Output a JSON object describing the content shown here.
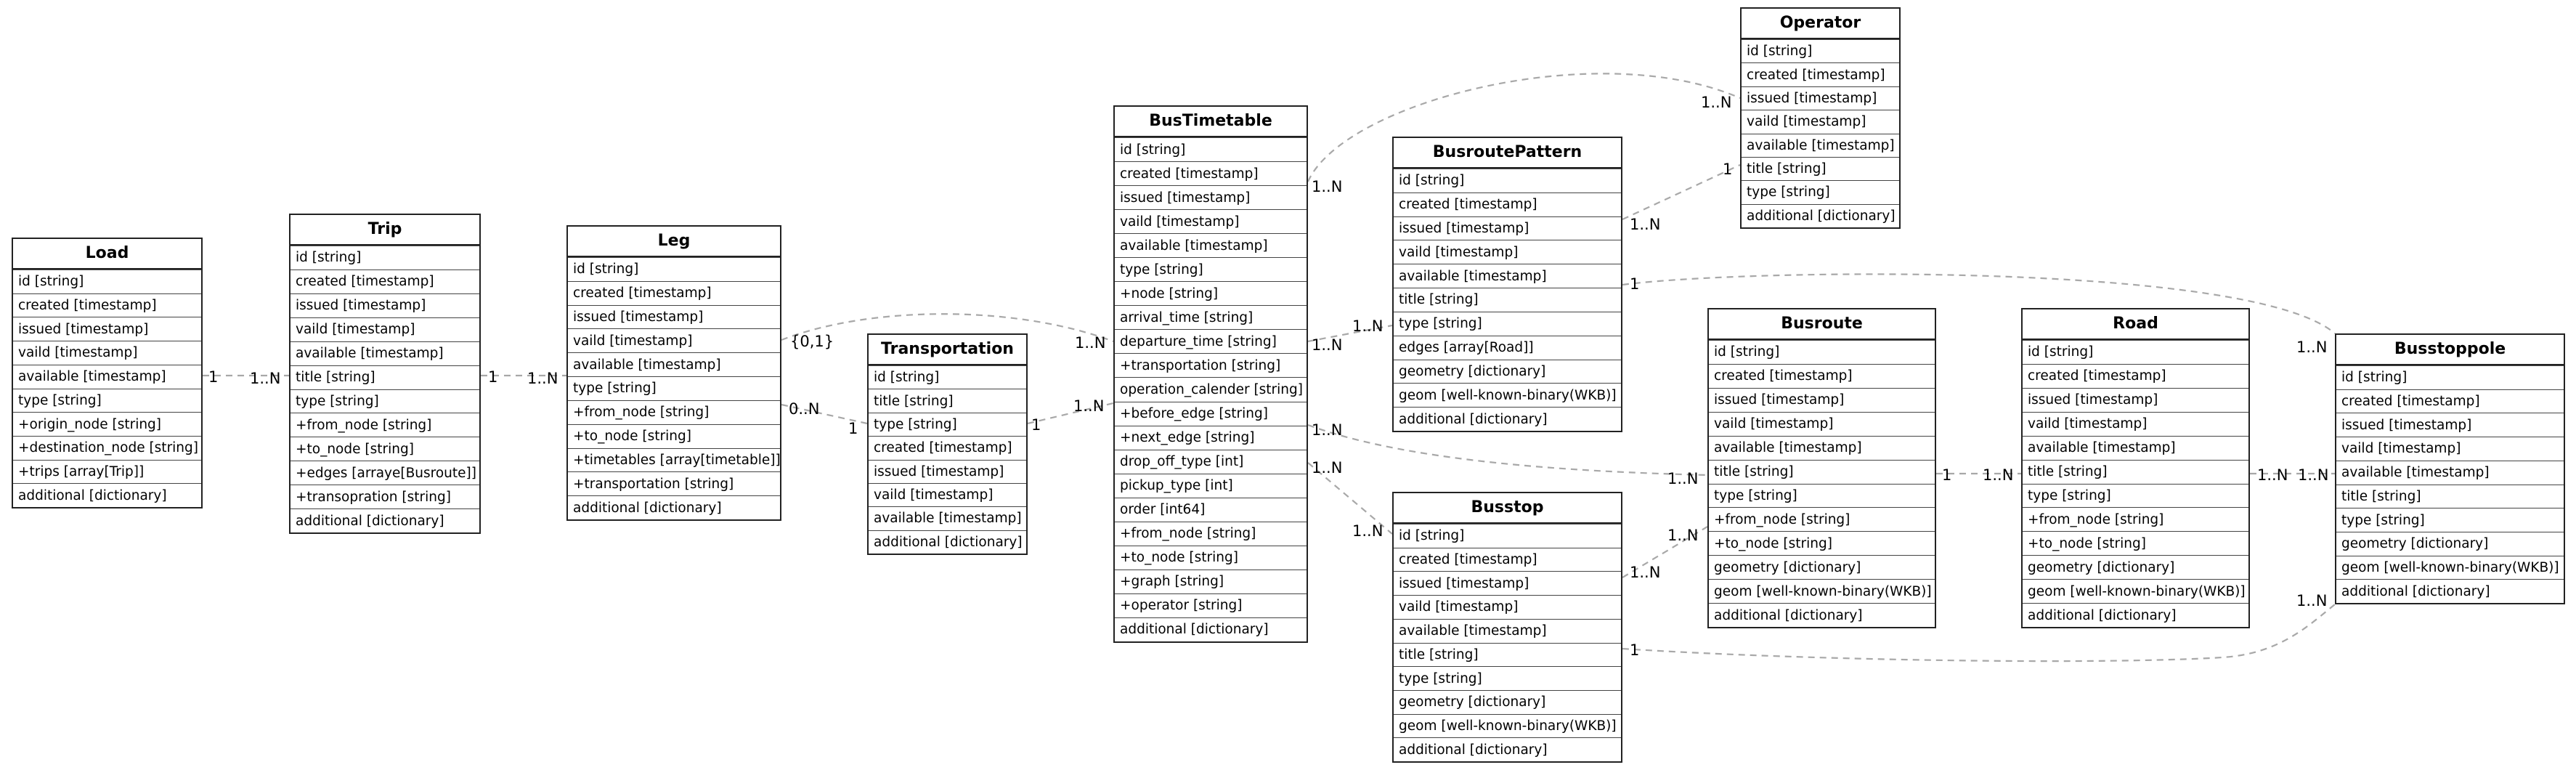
{
  "entities": {
    "load": {
      "title": "Load",
      "fields": [
        "id [string]",
        "created [timestamp]",
        "issued [timestamp]",
        "vaild [timestamp]",
        "available [timestamp]",
        "type [string]",
        "+origin_node [string]",
        "+destination_node [string]",
        "+trips [array[Trip]]",
        "additional [dictionary]"
      ]
    },
    "trip": {
      "title": "Trip",
      "fields": [
        "id [string]",
        "created [timestamp]",
        "issued [timestamp]",
        "vaild [timestamp]",
        "available [timestamp]",
        "title [string]",
        "type [string]",
        "+from_node [string]",
        "+to_node [string]",
        "+edges [arraye[Busroute]]",
        "+transopration [string]",
        "additional [dictionary]"
      ]
    },
    "leg": {
      "title": "Leg",
      "fields": [
        "id [string]",
        "created [timestamp]",
        "issued [timestamp]",
        "vaild [timestamp]",
        "available [timestamp]",
        "type [string]",
        "+from_node [string]",
        "+to_node [string]",
        "+timetables [array[timetable]]",
        "+transportation [string]",
        "additional [dictionary]"
      ]
    },
    "transportation": {
      "title": "Transportation",
      "fields": [
        "id [string]",
        "title [string]",
        "type [string]",
        "created [timestamp]",
        "issued [timestamp]",
        "vaild [timestamp]",
        "available [timestamp]",
        "additional [dictionary]"
      ]
    },
    "bustimetable": {
      "title": "BusTimetable",
      "fields": [
        "id [string]",
        "created [timestamp]",
        "issued [timestamp]",
        "vaild [timestamp]",
        "available [timestamp]",
        "type [string]",
        "+node [string]",
        "arrival_time [string]",
        "departure_time [string]",
        "+transportation [string]",
        "operation_calender [string]",
        "+before_edge [string]",
        "+next_edge [string]",
        "drop_off_type [int]",
        "pickup_type [int]",
        "order [int64]",
        "+from_node [string]",
        "+to_node [string]",
        "+graph [string]",
        "+operator [string]",
        "additional [dictionary]"
      ]
    },
    "busroutepattern": {
      "title": "BusroutePattern",
      "fields": [
        "id [string]",
        "created [timestamp]",
        "issued [timestamp]",
        "vaild [timestamp]",
        "available [timestamp]",
        "title [string]",
        "type [string]",
        "edges [array[Road]]",
        "geometry [dictionary]",
        "geom [well-known-binary(WKB)]",
        "additional [dictionary]"
      ]
    },
    "operator": {
      "title": "Operator",
      "fields": [
        "id [string]",
        "created [timestamp]",
        "issued [timestamp]",
        "vaild [timestamp]",
        "available [timestamp]",
        "title [string]",
        "type [string]",
        "additional [dictionary]"
      ]
    },
    "busstop": {
      "title": "Busstop",
      "fields": [
        "id [string]",
        "created [timestamp]",
        "issued [timestamp]",
        "vaild [timestamp]",
        "available [timestamp]",
        "title [string]",
        "type [string]",
        "geometry [dictionary]",
        "geom [well-known-binary(WKB)]",
        "additional [dictionary]"
      ]
    },
    "busroute": {
      "title": "Busroute",
      "fields": [
        "id [string]",
        "created [timestamp]",
        "issued [timestamp]",
        "vaild [timestamp]",
        "available [timestamp]",
        "title [string]",
        "type [string]",
        "+from_node [string]",
        "+to_node [string]",
        "geometry [dictionary]",
        "geom [well-known-binary(WKB)]",
        "additional [dictionary]"
      ]
    },
    "road": {
      "title": "Road",
      "fields": [
        "id [string]",
        "created [timestamp]",
        "issued [timestamp]",
        "vaild [timestamp]",
        "available [timestamp]",
        "title [string]",
        "type [string]",
        "+from_node [string]",
        "+to_node [string]",
        "geometry [dictionary]",
        "geom [well-known-binary(WKB)]",
        "additional [dictionary]"
      ]
    },
    "busstoppole": {
      "title": "Busstoppole",
      "fields": [
        "id [string]",
        "created [timestamp]",
        "issued [timestamp]",
        "vaild [timestamp]",
        "available [timestamp]",
        "title [string]",
        "type [string]",
        "geometry [dictionary]",
        "geom [well-known-binary(WKB)]",
        "additional [dictionary]"
      ]
    }
  },
  "relations": [
    {
      "id": "load-trip",
      "from": "Load",
      "to": "Trip",
      "from_card": "1",
      "to_card": "1..N"
    },
    {
      "id": "trip-leg",
      "from": "Trip",
      "to": "Leg",
      "from_card": "1",
      "to_card": "1..N"
    },
    {
      "id": "leg-bustimetable",
      "from": "Leg",
      "to": "BusTimetable",
      "from_card": "{0,1}",
      "to_card": "1..N"
    },
    {
      "id": "leg-transportation",
      "from": "Leg",
      "to": "Transportation",
      "from_card": "0..N",
      "to_card": "1"
    },
    {
      "id": "transportation-bustimetable",
      "from": "Transportation",
      "to": "BusTimetable",
      "from_card": "1",
      "to_card": "1..N"
    },
    {
      "id": "bustimetable-operator",
      "from": "BusTimetable",
      "to": "Operator",
      "from_card": "1..N",
      "to_card": "1..N"
    },
    {
      "id": "bustimetable-busroutepattern",
      "from": "BusTimetable",
      "to": "BusroutePattern",
      "from_card": "1..N",
      "to_card": "1..N"
    },
    {
      "id": "bustimetable-busroute",
      "from": "BusTimetable",
      "to": "Busroute",
      "from_card": "1..N",
      "to_card": "1..N"
    },
    {
      "id": "bustimetable-busstop",
      "from": "BusTimetable",
      "to": "Busstop",
      "from_card": "1..N",
      "to_card": "1..N"
    },
    {
      "id": "busroutepattern-operator",
      "from": "BusroutePattern",
      "to": "Operator",
      "from_card": "1..N",
      "to_card": "1"
    },
    {
      "id": "busroutepattern-busstoppole",
      "from": "BusroutePattern",
      "to": "Busstoppole",
      "from_card": "1",
      "to_card": "1..N"
    },
    {
      "id": "busstop-busroute",
      "from": "Busstop",
      "to": "Busroute",
      "from_card": "1..N",
      "to_card": "1..N"
    },
    {
      "id": "busstop-busstoppole",
      "from": "Busstop",
      "to": "Busstoppole",
      "from_card": "1",
      "to_card": "1..N"
    },
    {
      "id": "busroute-road",
      "from": "Busroute",
      "to": "Road",
      "from_card": "1",
      "to_card": "1..N"
    },
    {
      "id": "road-busstoppole",
      "from": "Road",
      "to": "Busstoppole",
      "from_card": "1..N",
      "to_card": "1..N"
    }
  ]
}
